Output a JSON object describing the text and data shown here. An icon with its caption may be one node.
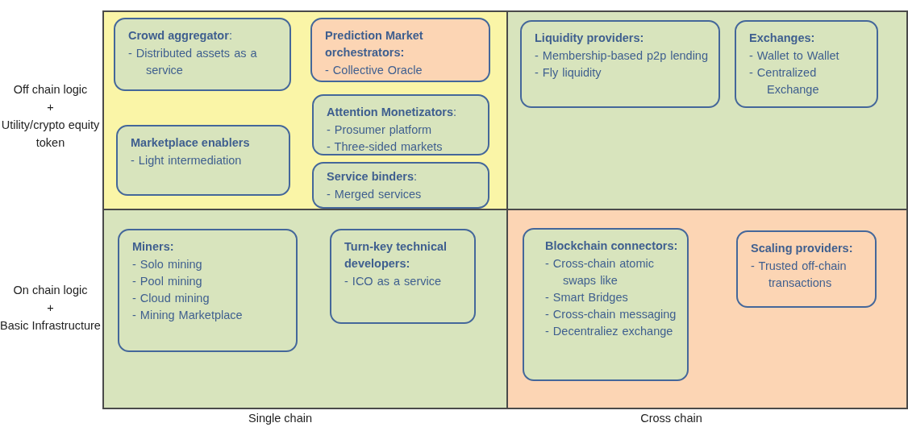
{
  "diagram": {
    "nodes": [
      {
        "text": [],
        "shape": "box"
      },
      {
        "text": [
          "**Crowd aggregator**:",
          "- Distributed assets as a service"
        ],
        "in": 0
      },
      {
        "text": [
          "Prediction Market orchestrators:",
          "- Collective Oracle"
        ],
        "in": 0
      },
      {
        "text": [
          "**Attention Monetizators**:",
          "- Prosumer platform",
          "- Three-sided markets"
        ],
        "in": 0
      },
      {
        "text": [
          "Marketplace enablers",
          "- Light intermediation"
        ],
        "in": 0
      },
      {
        "text": [
          "**Service binders**:",
          "- Merged services"
        ],
        "in": 0
      },
      {
        "text": [],
        "shape": "box"
      },
      {
        "text": [
          "Liquidity providers:",
          "- Membership-based p2p lending",
          "- Fly liquidity"
        ],
        "in": 6
      },
      {
        "text": [
          "Exchanges:",
          "- Wallet to Wallet",
          "- Centralized Exchange"
        ],
        "in": 6
      },
      {
        "text": [],
        "shape": "box"
      },
      {
        "text": [
          "Miners:",
          "- Solo mining",
          "- Pool mining",
          "- Cloud mining",
          "- Mining Marketplace"
        ],
        "in": 9
      },
      {
        "text": [
          "Turn-key technical developers:",
          "- ICO as a service"
        ],
        "in": 9
      },
      {
        "text": [],
        "shape": "box"
      },
      {
        "text": [
          "Blockchain connectors:",
          "- Cross-chain atomic swaps like",
          "- Smart Bridges",
          "- Cross-chain messaging",
          "- Decentraliez exchange"
        ],
        "in": 12
      },
      {
        "text": [
          "Scaling providers:",
          "- Trusted off-chain transactions"
        ],
        "in": 12
      }
    ],
    "labels": [
      "Off chain logic",
      "+",
      "Utility/crypto equity token",
      "On chain logic",
      "+",
      "Basic Infrastructure",
      "Single chain",
      "Cross chain"
    ]
  }
}
